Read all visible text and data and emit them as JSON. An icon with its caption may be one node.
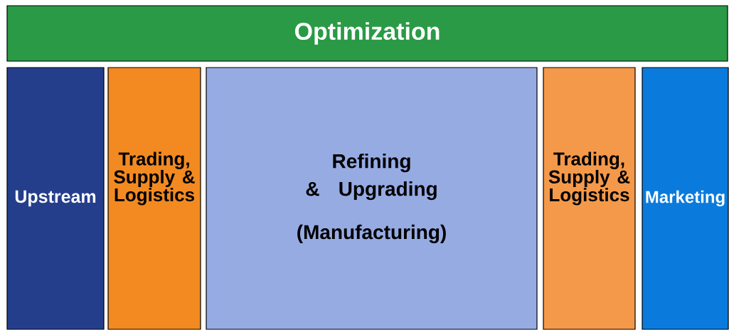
{
  "diagram": {
    "nodes": [
      {
        "text": [
          "Optimization"
        ]
      },
      {
        "text": [
          "Upstream"
        ]
      },
      {
        "text": [
          "Trading, Supply & Logistics"
        ]
      },
      {
        "text": [
          "Refining & Upgrading",
          "(Manufacturing)"
        ]
      },
      {
        "text": [
          "Trading, Supply & Logistics"
        ]
      },
      {
        "text": [
          "Marketing"
        ]
      }
    ],
    "edges": []
  }
}
